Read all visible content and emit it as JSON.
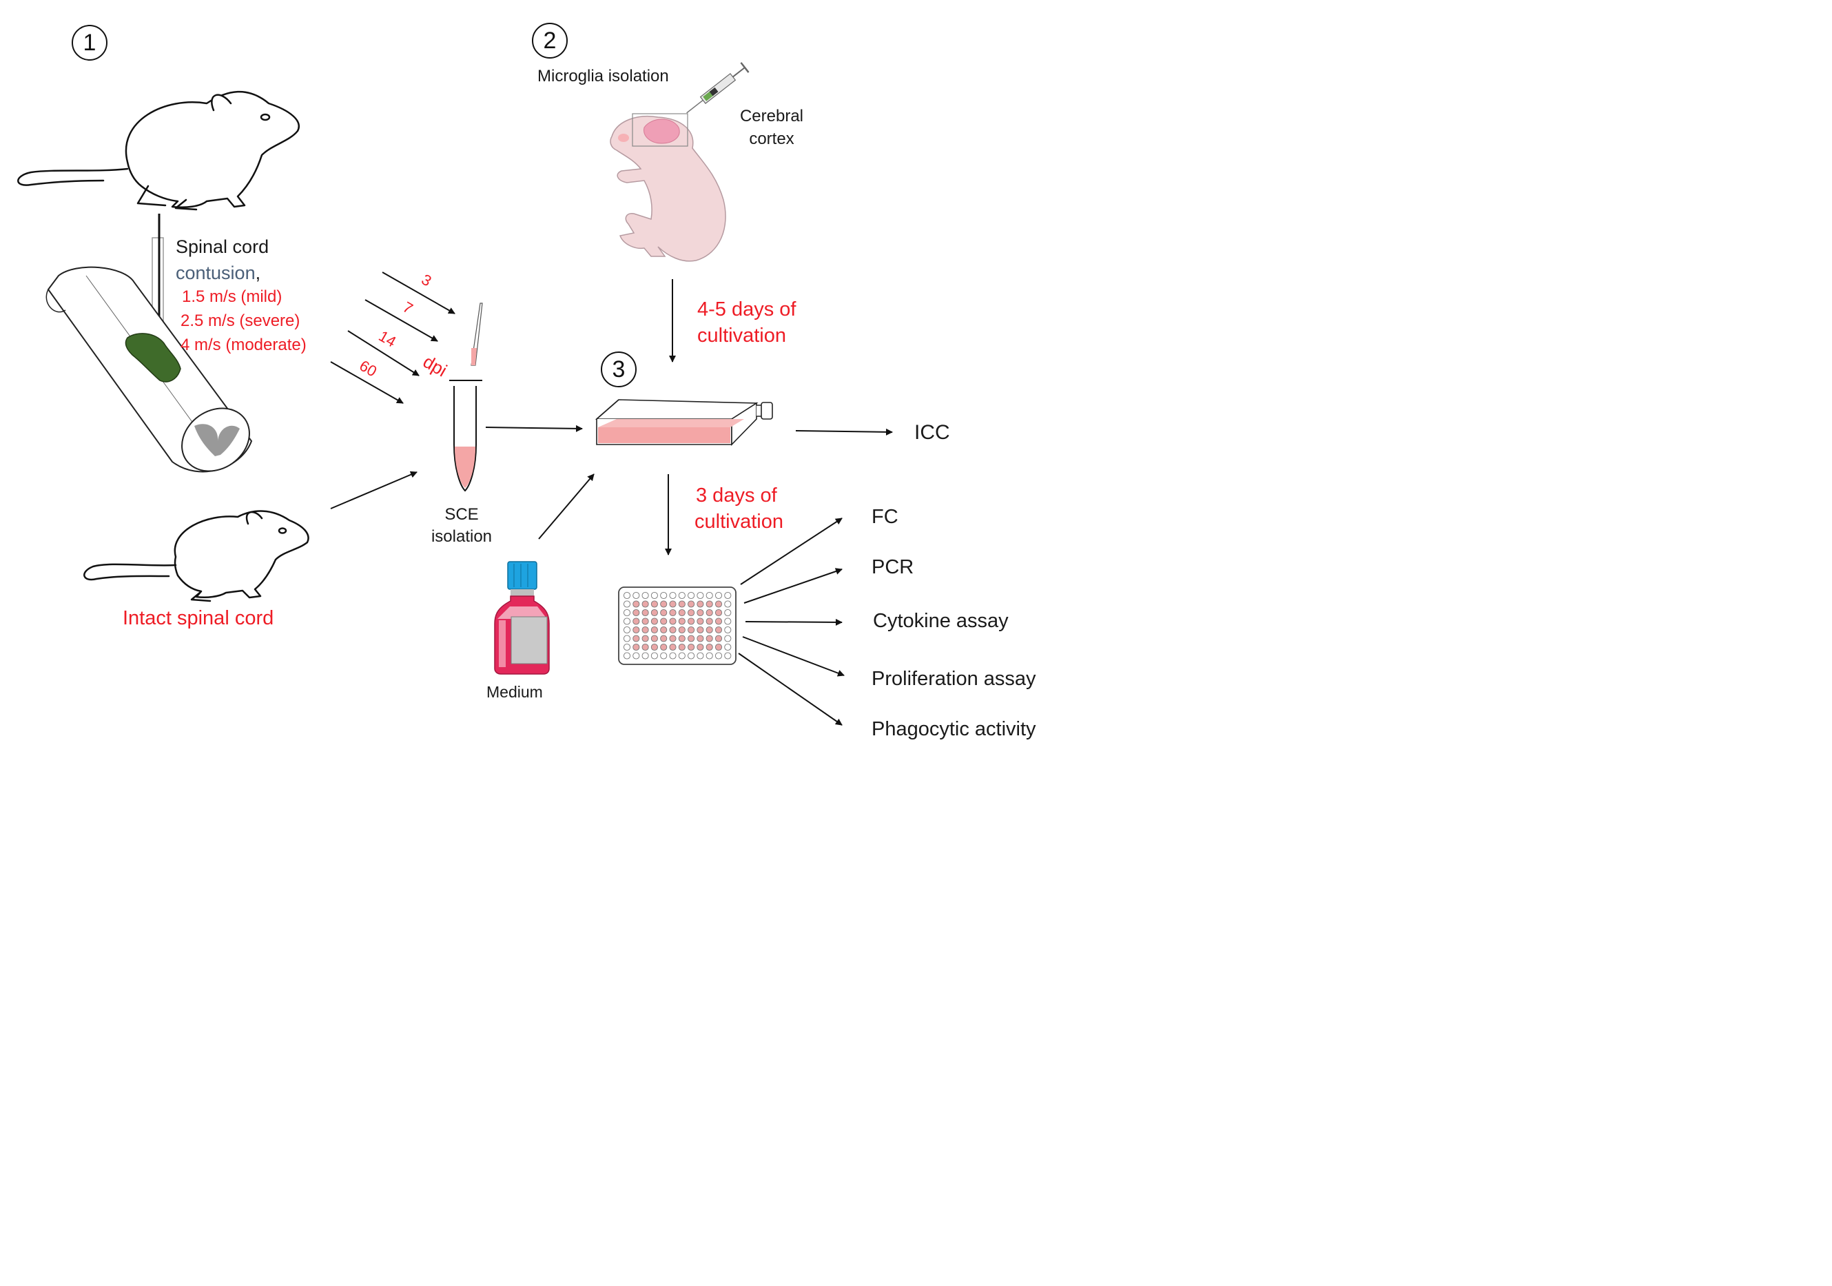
{
  "steps": {
    "step1": "1",
    "step2": "2",
    "step3": "3"
  },
  "injury": {
    "line1": "Spinal cord",
    "line2": "contusion",
    "line2_suffix": ",",
    "speeds": [
      "1.5 m/s (mild)",
      "2.5 m/s (severe)",
      "4 m/s (moderate)"
    ]
  },
  "timepoints": {
    "values": [
      "3",
      "7",
      "14",
      "60"
    ],
    "unit": "dpi"
  },
  "intact_label": "Intact spinal cord",
  "sce": {
    "line1": "SCE",
    "line2": "isolation"
  },
  "medium_label": "Medium",
  "microglia": {
    "title": "Microglia isolation",
    "tissue_line1": "Cerebral",
    "tissue_line2": "cortex"
  },
  "cultivation": {
    "first_line1": "4-5 days of",
    "first_line2": "cultivation",
    "second_line1": "3 days of",
    "second_line2": "cultivation"
  },
  "outputs": {
    "icc": "ICC",
    "assays": [
      "FC",
      "PCR",
      "Cytokine assay",
      "Proliferation assay",
      "Phagocytic activity"
    ]
  },
  "colors": {
    "accent_red": "#ee1c25",
    "contusion_blue": "#4a5f78",
    "lesion_green": "#3f6b2a",
    "pink_fill": "#f4a6a6",
    "pup_skin": "#f2d7d9",
    "cap_blue": "#1ea3e0"
  },
  "icons": [
    "rat-icon",
    "spinal-cord-icon",
    "impactor-rod-icon",
    "pipette-icon",
    "tube-icon",
    "mouse-pup-icon",
    "syringe-icon",
    "culture-flask-icon",
    "medium-bottle-icon",
    "well-plate-icon"
  ]
}
